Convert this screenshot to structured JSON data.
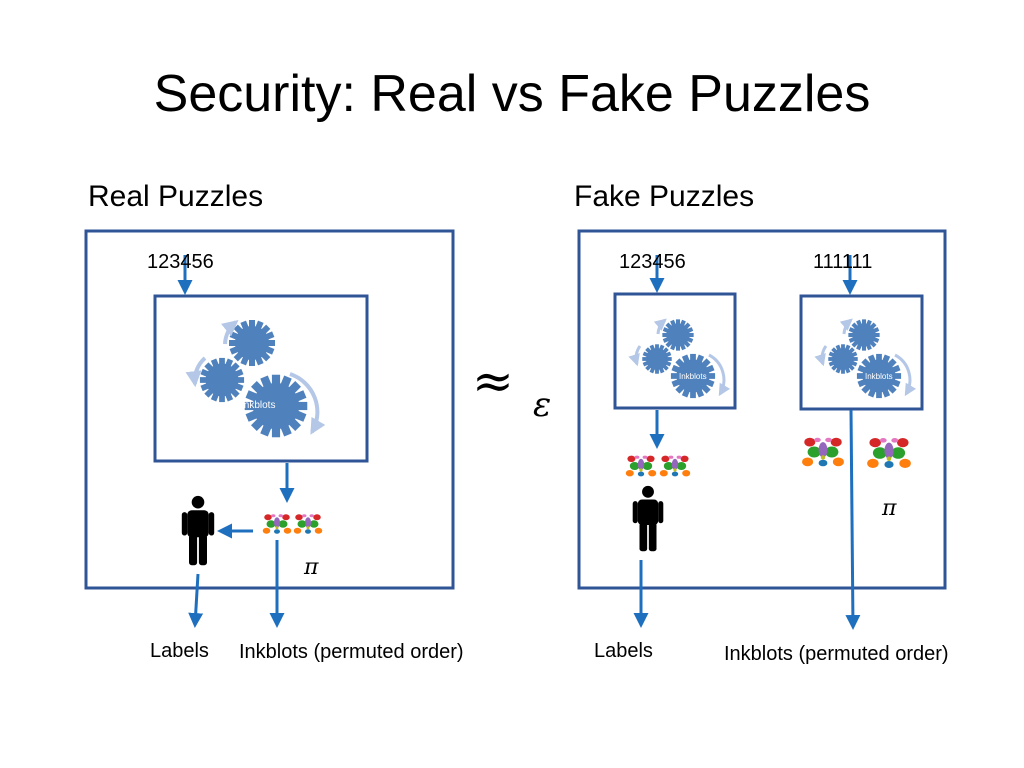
{
  "slide": {
    "title": "Security: Real vs Fake Puzzles"
  },
  "real": {
    "heading": "Real Puzzles",
    "seed": "123456",
    "gear_label": "Inkblots",
    "perm_symbol": "π",
    "out_labels": "Labels",
    "out_inkblots": "Inkblots (permuted order)"
  },
  "fake": {
    "heading": "Fake Puzzles",
    "seed_a": "123456",
    "seed_b": "111111",
    "gear_label_a": "Inkblots",
    "gear_label_b": "Inkblots",
    "perm_symbol": "π",
    "out_labels": "Labels",
    "out_inkblots": "Inkblots (permuted order)"
  },
  "relation": {
    "approx": "≈",
    "epsilon": "ε"
  },
  "colors": {
    "box_border": "#2f5597",
    "arrow": "#1f6fbf",
    "gear": "#4f81bd",
    "cycle_arrow": "#b4c7e7",
    "person": "#000000"
  }
}
